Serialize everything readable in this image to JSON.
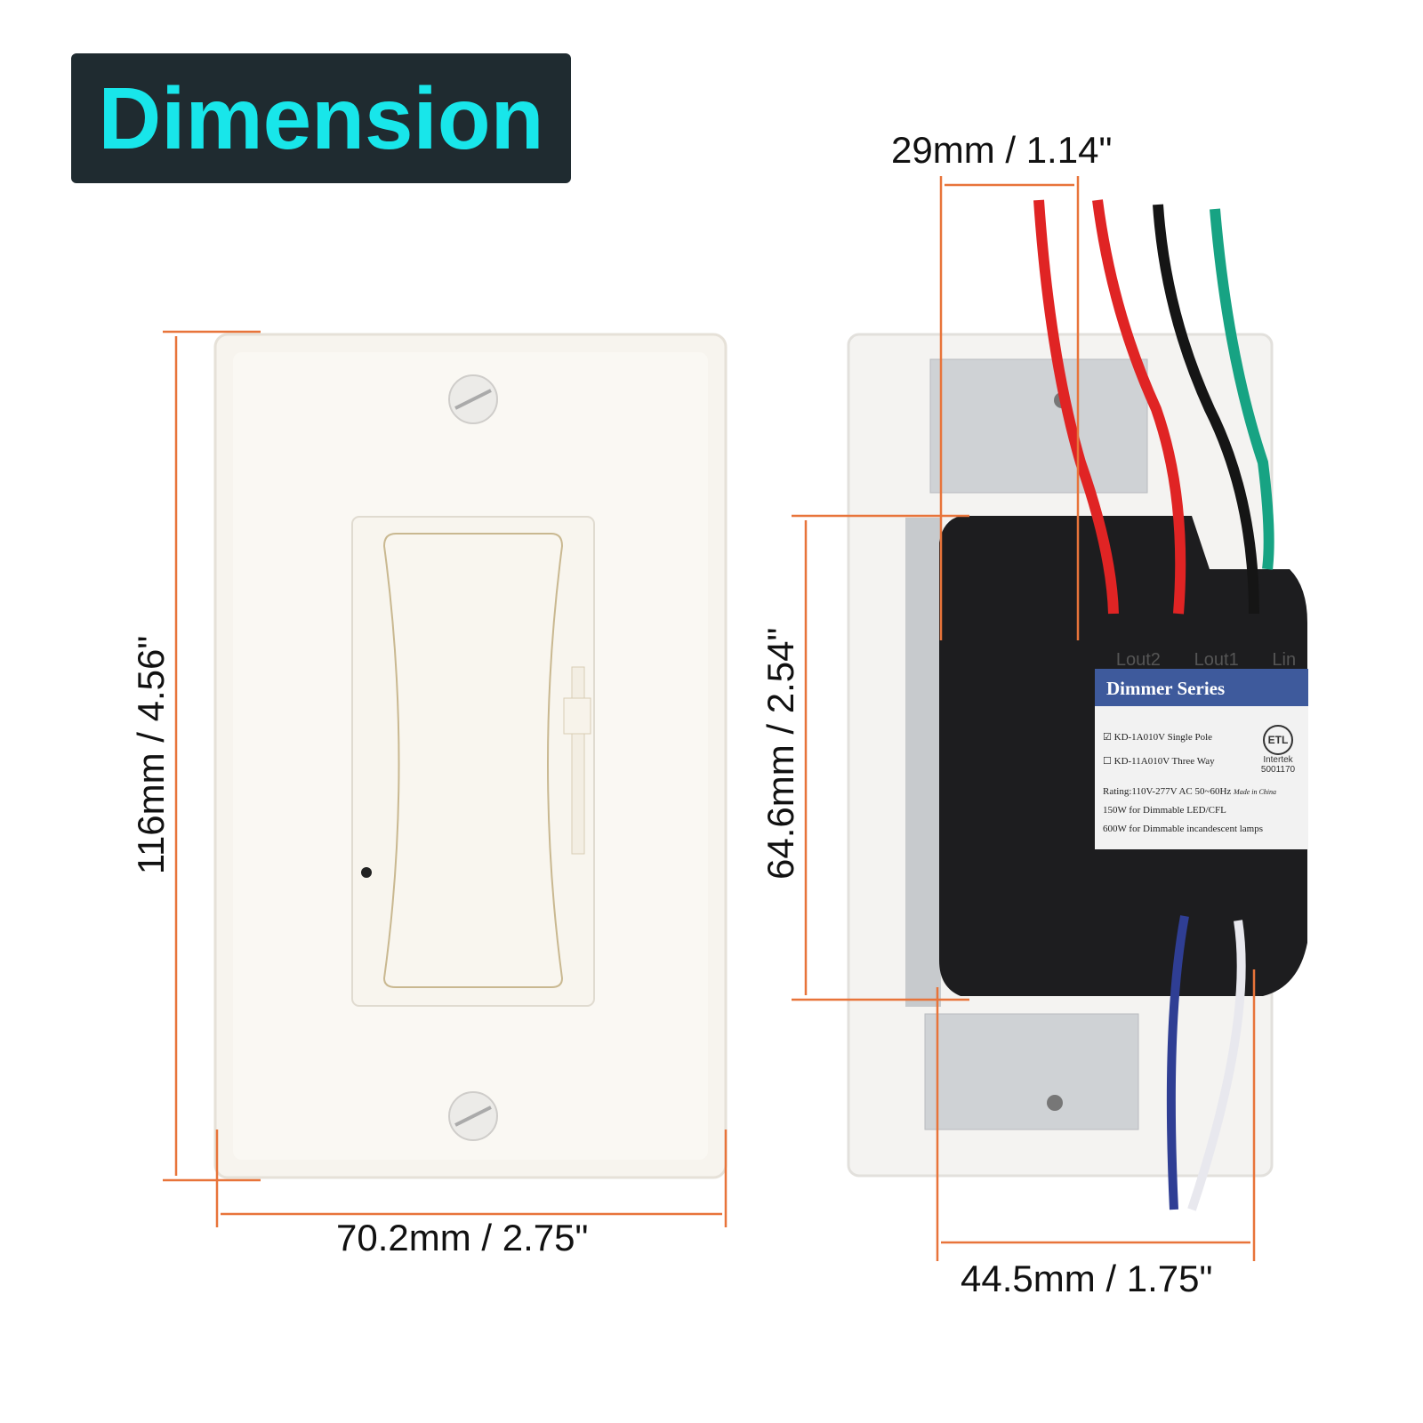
{
  "title": "Dimension",
  "dimensions": {
    "plate_width": "70.2mm / 2.75\"",
    "plate_height": "116mm / 4.56\"",
    "module_top_width": "29mm / 1.14\"",
    "module_height": "64.6mm / 2.54\"",
    "module_width": "44.5mm / 1.75\""
  },
  "module_label": {
    "terminals": [
      "Lout2",
      "Lout1",
      "Lin"
    ],
    "series": "Dimmer Series",
    "models": [
      "KD-1A010V Single Pole",
      "KD-11A010V Three Way"
    ],
    "rating": "Rating:110V-277V AC 50~60Hz",
    "made_in": "Made in China",
    "load_led": "150W for Dimmable LED/CFL",
    "load_incandescent": "600W for Dimmable incandescent lamps",
    "cert": "ETL",
    "cert_org": "Intertek",
    "cert_number": "5001170"
  },
  "colors": {
    "accent": "#e8743a",
    "title_text": "#18e6ea",
    "title_bg": "#1f2b30",
    "label_band": "#3e5a9c"
  }
}
